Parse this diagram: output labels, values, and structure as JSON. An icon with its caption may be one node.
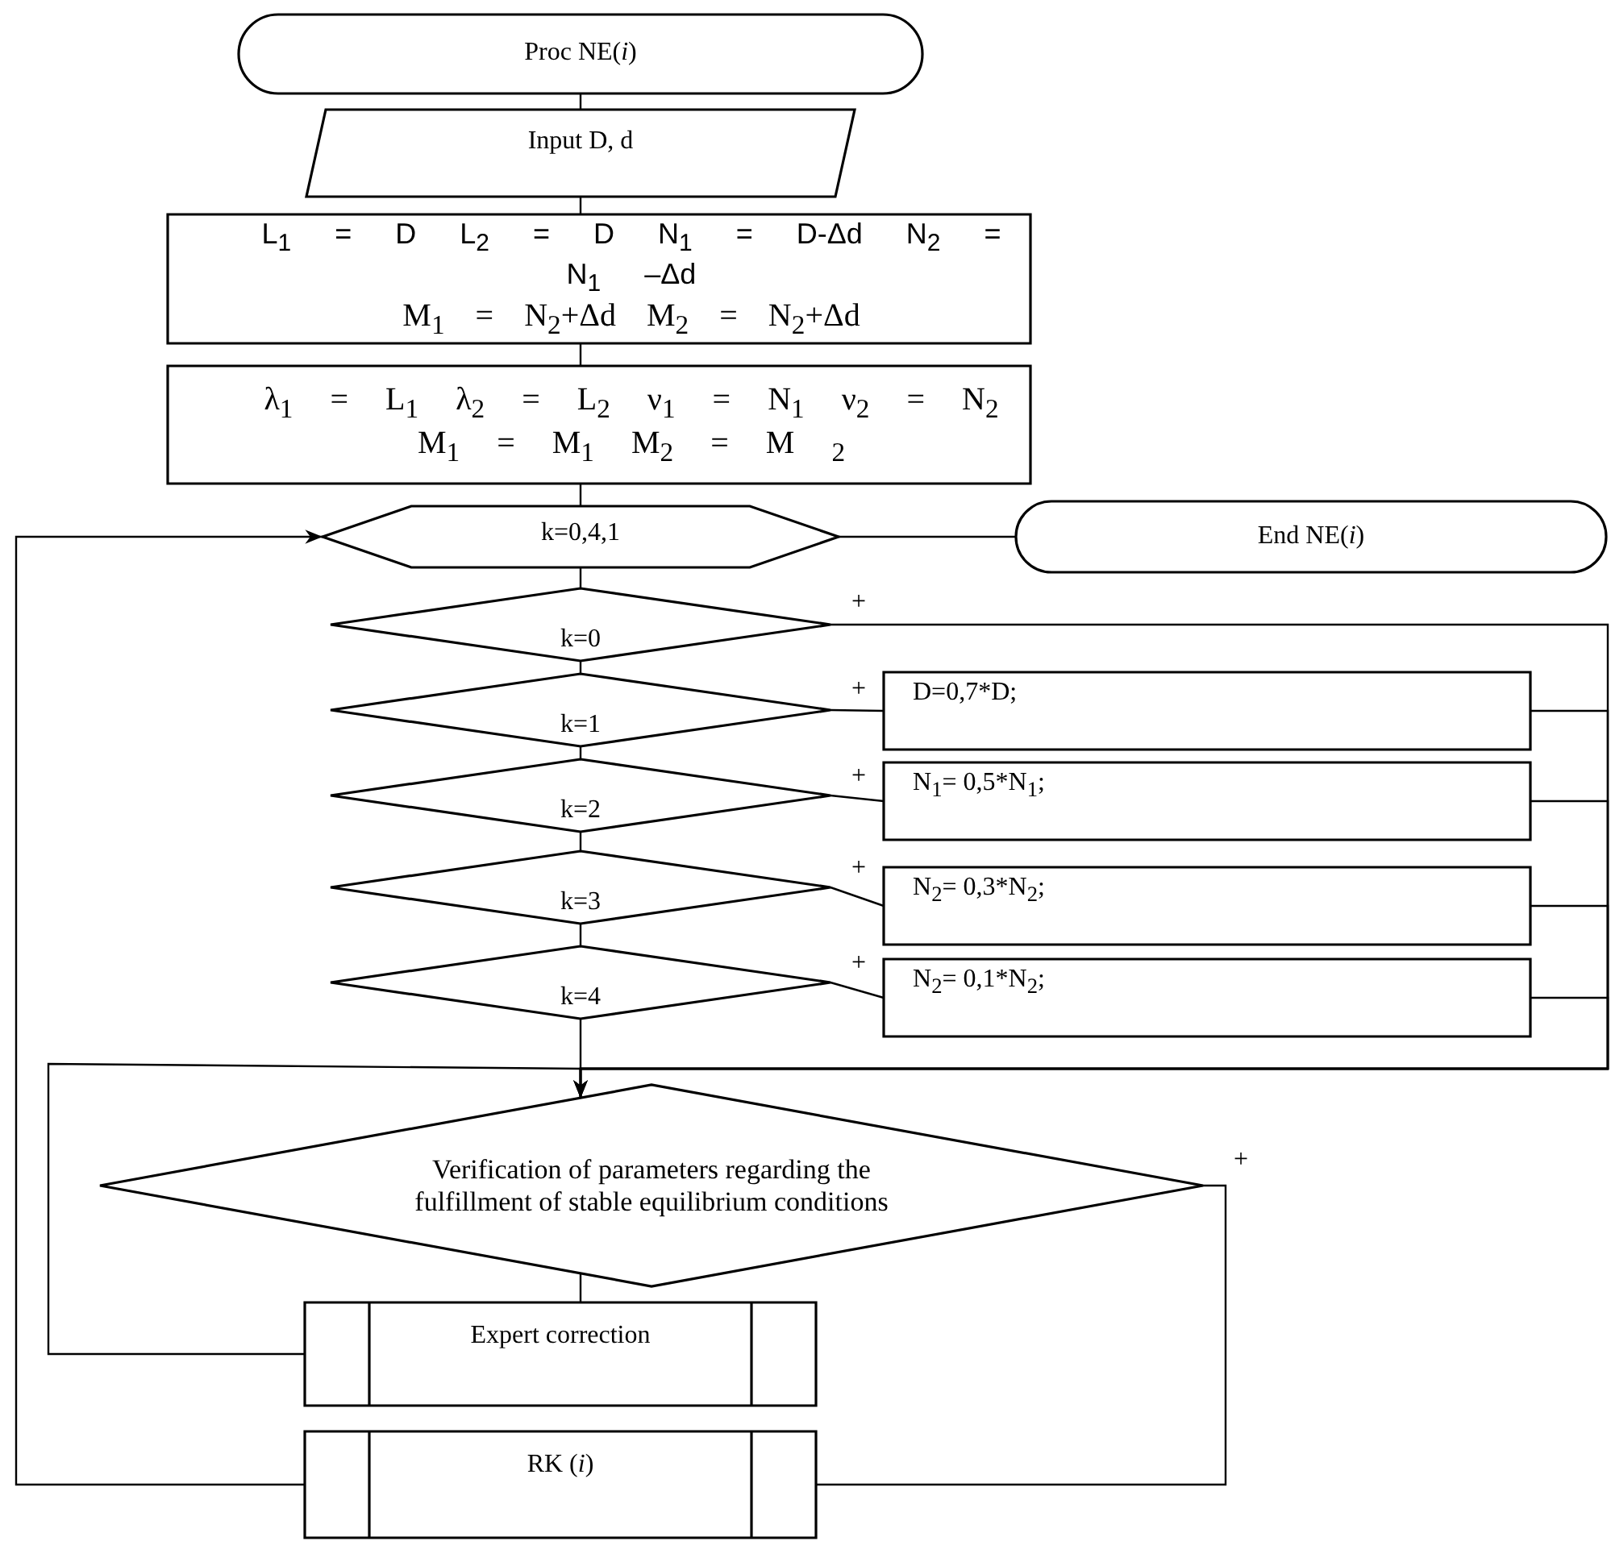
{
  "diagram": {
    "nodes": [
      {
        "text": [
          "Proc NE(*i*)"
        ]
      },
      {
        "text": [
          "Input D, d"
        ]
      },
      {
        "text": [
          "L$_{1}$ = D L$_{2}$ = D N$_{1}$ = D-Δd N$_{2}$ = N$_{1}$ –Δd",
          "M$_{1}$ = N$_{2}$+Δd M$_{2}$ = N$_{2}$+Δd"
        ]
      },
      {
        "text": [
          "λ$_{1}$ = L$_{1}$ λ$_{2}$ = L$_{2}$ ν$_{1}$ = N$_{1}$ ν$_{2}$ = N$_{2}$",
          "M$_{1}$ = M$_{1}$ M$_{2}$ = M $_{2}$"
        ]
      },
      {
        "text": [
          "k=0,4,1"
        ]
      },
      {
        "text": [
          "End NE(*i*)"
        ]
      },
      {
        "text": [
          "k=0"
        ]
      },
      {
        "text": [
          "k=1"
        ]
      },
      {
        "text": [
          "D=0,7*D;"
        ]
      },
      {
        "text": [
          "k=2"
        ]
      },
      {
        "text": [
          "N$_{1}$= 0,5*N$_{1}$;"
        ]
      },
      {
        "text": [
          "k=3"
        ]
      },
      {
        "text": [
          "N$_{2}$= 0,3*N$_{2}$;"
        ]
      },
      {
        "text": [
          "k=4"
        ]
      },
      {
        "text": [
          "N$_{2}$= 0,1*N$_{2}$;"
        ]
      },
      {
        "text": [
          "Verification of parameters regarding the fulfillment of stable equilibrium conditions"
        ]
      },
      {
        "text": [
          "Expert correction"
        ]
      },
      {
        "text": [
          "RK (*i*)"
        ]
      }
    ],
    "edges": [
      {
        "from": 0,
        "to": 1,
        "arrow": "none"
      },
      {
        "from": 1,
        "to": 2,
        "arrow": "none"
      },
      {
        "from": 2,
        "to": 3,
        "arrow": "none"
      },
      {
        "from": 3,
        "to": 4,
        "arrow": "none"
      },
      {
        "from": 4,
        "to": 5,
        "arrow": "none"
      },
      {
        "from": 4,
        "to": 6,
        "arrow": "none"
      },
      {
        "from": 6,
        "to": 15,
        "arrow": "to",
        "label": "+"
      },
      {
        "from": 6,
        "to": 7,
        "arrow": "none"
      },
      {
        "from": 7,
        "to": 8,
        "arrow": "none",
        "label": "+"
      },
      {
        "from": 8,
        "to": 15,
        "arrow": "to"
      },
      {
        "from": 7,
        "to": 9,
        "arrow": "none"
      },
      {
        "from": 9,
        "to": 10,
        "arrow": "none",
        "label": "+"
      },
      {
        "from": 10,
        "to": 15,
        "arrow": "to"
      },
      {
        "from": 9,
        "to": 11,
        "arrow": "none"
      },
      {
        "from": 11,
        "to": 12,
        "arrow": "none",
        "label": "+"
      },
      {
        "from": 12,
        "to": 15,
        "arrow": "to"
      },
      {
        "from": 11,
        "to": 13,
        "arrow": "none"
      },
      {
        "from": 13,
        "to": 14,
        "arrow": "none",
        "label": "+"
      },
      {
        "from": 14,
        "to": 15,
        "arrow": "to"
      },
      {
        "from": 13,
        "to": 15,
        "arrow": "to"
      },
      {
        "from": 15,
        "to": 16,
        "arrow": "none"
      },
      {
        "from": 16,
        "to": 15,
        "arrow": "to"
      },
      {
        "from": 15,
        "to": 17,
        "arrow": "none",
        "label": "+"
      },
      {
        "from": 17,
        "to": 4,
        "arrow": "to"
      }
    ]
  }
}
